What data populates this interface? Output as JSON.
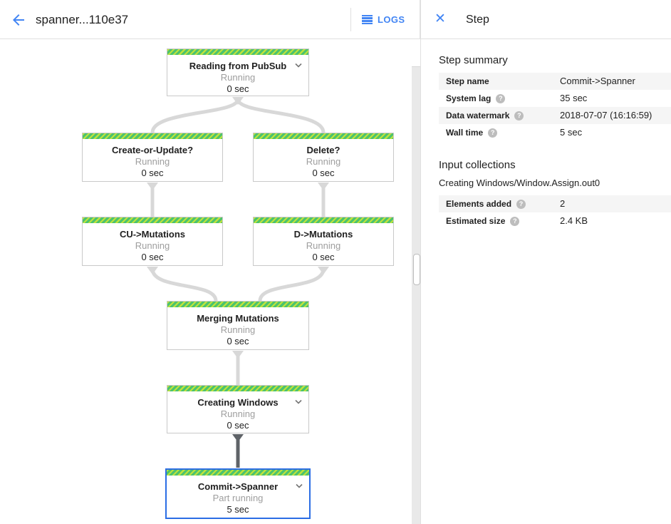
{
  "header": {
    "title": "spanner...110e37",
    "logs_label": "LOGS"
  },
  "panel": {
    "title": "Step",
    "summary_heading": "Step summary",
    "summary_rows": [
      {
        "label": "Step name",
        "value": "Commit->Spanner"
      },
      {
        "label": "System lag",
        "value": "35 sec"
      },
      {
        "label": "Data watermark",
        "value": "2018-07-07 (16:16:59)"
      },
      {
        "label": "Wall time",
        "value": "5 sec"
      }
    ],
    "input_heading": "Input collections",
    "input_collection_name": "Creating Windows/Window.Assign.out0",
    "input_rows": [
      {
        "label": "Elements added",
        "value": "2"
      },
      {
        "label": "Estimated size",
        "value": "2.4 KB"
      }
    ]
  },
  "graph": {
    "nodes": [
      {
        "title": "Reading from PubSub",
        "status": "Running",
        "time": "0 sec"
      },
      {
        "title": "Create-or-Update?",
        "status": "Running",
        "time": "0 sec"
      },
      {
        "title": "Delete?",
        "status": "Running",
        "time": "0 sec"
      },
      {
        "title": "CU->Mutations",
        "status": "Running",
        "time": "0 sec"
      },
      {
        "title": "D->Mutations",
        "status": "Running",
        "time": "0 sec"
      },
      {
        "title": "Merging Mutations",
        "status": "Running",
        "time": "0 sec"
      },
      {
        "title": "Creating Windows",
        "status": "Running",
        "time": "0 sec"
      },
      {
        "title": "Commit->Spanner",
        "status": "Part running",
        "time": "5 sec"
      }
    ]
  },
  "icons": {
    "close": "✕",
    "help": "?"
  },
  "colors": {
    "accent_blue": "#4285f4",
    "selected_node_border": "#2b6de4",
    "stripe_light_green": "#bfe33c",
    "stripe_dark_green": "#4cc36d",
    "edge_idle": "#d8d8d8",
    "edge_active": "#5f6368",
    "row_stripe_bg": "#f5f5f5"
  }
}
